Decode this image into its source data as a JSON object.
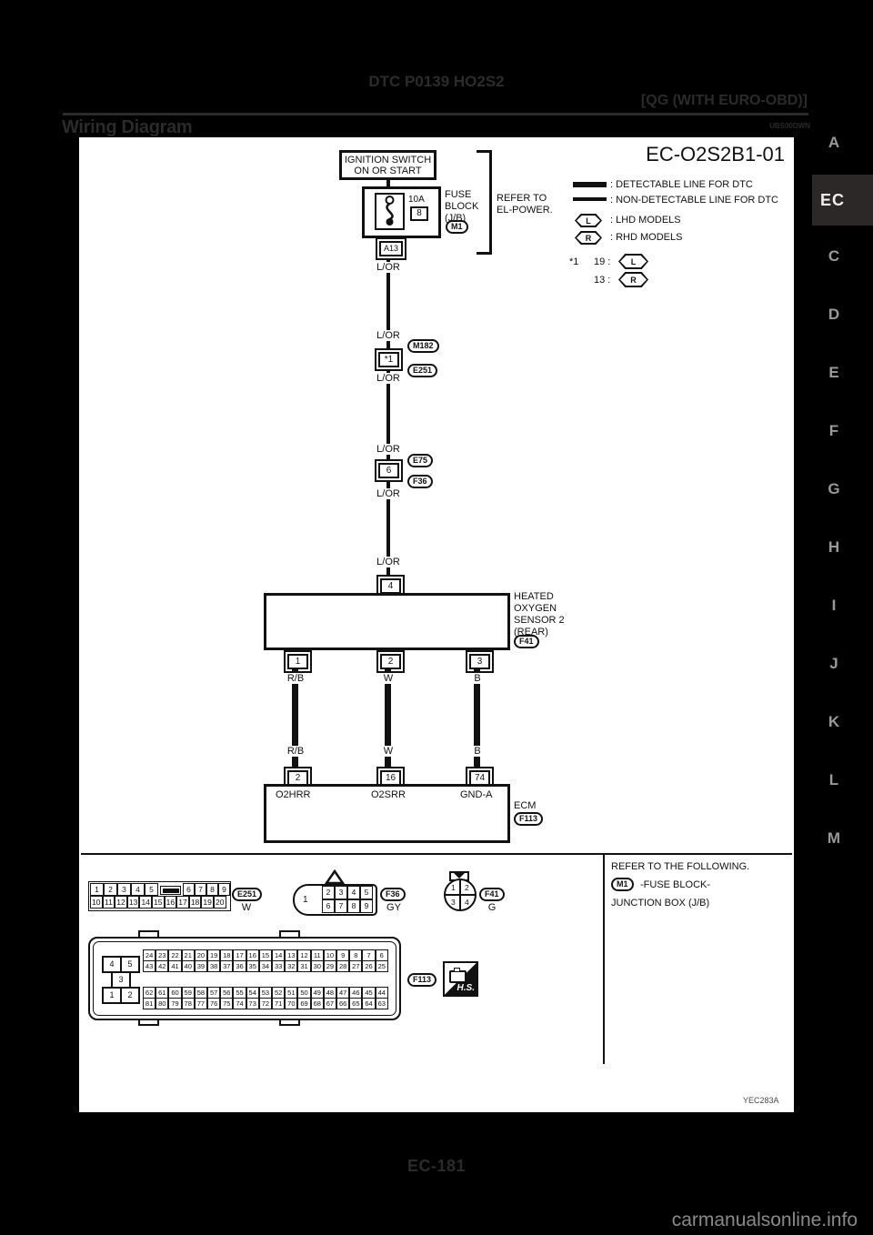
{
  "header": {
    "dtc_title": "DTC P0139 HO2S2",
    "model_tag": "[QG (WITH EURO-OBD)]",
    "section_title": "Wiring Diagram",
    "section_code": "UBS00DWN"
  },
  "sidebar": {
    "top_letter": "A",
    "active_tab": "EC",
    "letters": [
      "C",
      "D",
      "E",
      "F",
      "G",
      "H",
      "I",
      "J",
      "K",
      "L",
      "M"
    ]
  },
  "diagram": {
    "title": "EC-O2S2B1-01",
    "legend": {
      "detectable": ": DETECTABLE LINE FOR DTC",
      "non_detectable": ": NON-DETECTABLE LINE FOR DTC",
      "lhd": ": LHD MODELS",
      "rhd": ": RHD MODELS",
      "l_symbol": "L",
      "r_symbol": "R",
      "star_ref": "*1",
      "star_19": "19 :",
      "star_13": "13 :"
    },
    "ignition": {
      "line1": "IGNITION SWITCH",
      "line2": "ON OR START"
    },
    "fuse_block": {
      "amp": "10A",
      "fuse_no": "8",
      "label_lines": [
        "FUSE",
        "BLOCK",
        "(J/B)"
      ],
      "connector": "M1",
      "refer_lines": [
        "REFER TO",
        "EL-POWER."
      ]
    },
    "connectors": {
      "a13": "A13",
      "star1": "*1",
      "six": "6",
      "four": "4",
      "m182": "M182",
      "e251": "E251",
      "e75": "E75",
      "f36": "F36"
    },
    "wire_lor": "L/OR",
    "wires_lower": [
      "R/B",
      "W",
      "B"
    ],
    "sensor": {
      "name_lines": [
        "HEATED",
        "OXYGEN",
        "SENSOR 2",
        "(REAR)"
      ],
      "connector": "F41",
      "terminals": [
        "1",
        "2",
        "3"
      ]
    },
    "ecm": {
      "terminals": [
        "2",
        "16",
        "74"
      ],
      "pins": [
        "O2HRR",
        "O2SRR",
        "GND-A"
      ],
      "name": "ECM",
      "connector": "F113"
    },
    "refer_note": {
      "line1": "REFER TO THE FOLLOWING.",
      "m1": "M1",
      "fuse_block": "-FUSE BLOCK-",
      "junction": "JUNCTION BOX (J/B)"
    },
    "pinouts": {
      "e251": {
        "label": "E251",
        "color": "W",
        "row1a": [
          "1",
          "2",
          "3",
          "4",
          "5"
        ],
        "row1b": [
          "6",
          "7",
          "8",
          "9"
        ],
        "row2": [
          "10",
          "11",
          "12",
          "13",
          "14",
          "15",
          "16",
          "17",
          "18",
          "19",
          "20"
        ]
      },
      "f36": {
        "label": "F36",
        "color": "GY",
        "cavity": "1",
        "top": [
          "2",
          "3",
          "4",
          "5"
        ],
        "bottom": [
          "6",
          "7",
          "8",
          "9"
        ]
      },
      "f41": {
        "label": "F41",
        "color": "G",
        "quads": [
          "1",
          "2",
          "3",
          "4"
        ]
      },
      "f113": {
        "label": "F113",
        "hs": "H.S.",
        "left": {
          "r1": [
            "4",
            "5"
          ],
          "r2": [
            "3"
          ],
          "r3": [
            "1",
            "2"
          ]
        },
        "rows": {
          "a": [
            "24",
            "23",
            "22",
            "21",
            "20",
            "19",
            "18",
            "17",
            "16",
            "15",
            "14",
            "13",
            "12",
            "11",
            "10",
            "9",
            "8",
            "7",
            "6"
          ],
          "b": [
            "43",
            "42",
            "41",
            "40",
            "39",
            "38",
            "37",
            "36",
            "35",
            "34",
            "33",
            "32",
            "31",
            "30",
            "29",
            "28",
            "27",
            "26",
            "25"
          ],
          "c": [
            "62",
            "61",
            "60",
            "59",
            "58",
            "57",
            "56",
            "55",
            "54",
            "53",
            "52",
            "51",
            "50",
            "49",
            "48",
            "47",
            "46",
            "45",
            "44"
          ],
          "d": [
            "81",
            "80",
            "79",
            "78",
            "77",
            "76",
            "75",
            "74",
            "73",
            "72",
            "71",
            "70",
            "69",
            "68",
            "67",
            "66",
            "65",
            "64",
            "63"
          ]
        }
      }
    },
    "figure_code": "YEC283A"
  },
  "footer": {
    "page_number": "EC-181",
    "watermark": "carmanualsonline.info"
  },
  "colors": {
    "page_bg": "#000000",
    "paper": "#ffffff",
    "ink": "#111111",
    "header_ink": "#2b2b2b",
    "sidebar_letter": "#999999",
    "active_tab_bg": "#2c2828",
    "watermark": "#8a8a8a"
  }
}
